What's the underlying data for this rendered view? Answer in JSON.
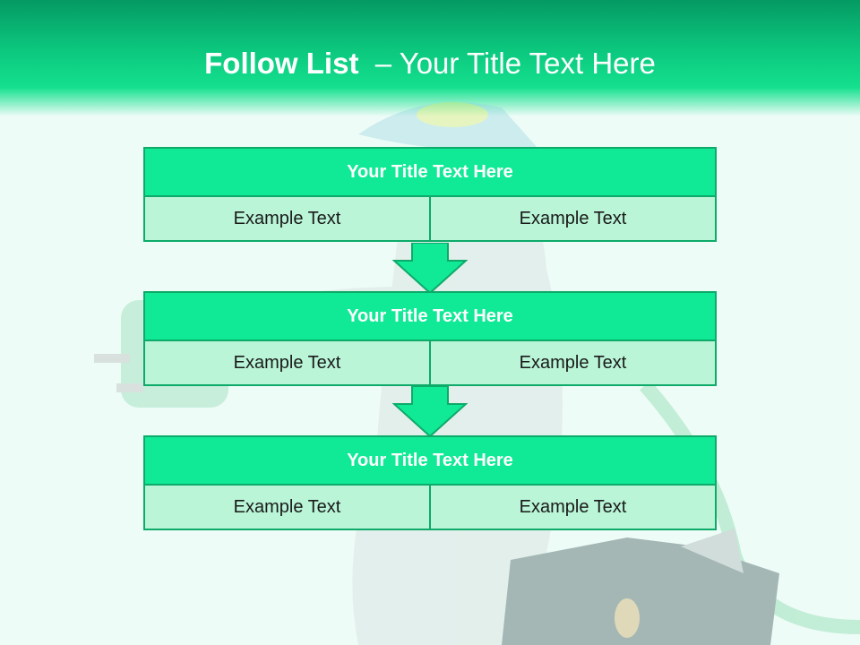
{
  "slide": {
    "title_bold": "Follow List",
    "title_rest": "  – Your Title Text Here"
  },
  "steps": [
    {
      "title": "Your Title Text Here",
      "left": "Example Text",
      "right": "Example Text"
    },
    {
      "title": "Your Title Text Here",
      "left": "Example Text",
      "right": "Example Text"
    },
    {
      "title": "Your Title Text Here",
      "left": "Example Text",
      "right": "Example Text"
    }
  ],
  "colors": {
    "accent": "#10e995",
    "cell": "#b9f5d6",
    "border": "#0daa6a",
    "header_dark": "#059a63"
  },
  "icons": [
    "down-arrow-icon"
  ]
}
